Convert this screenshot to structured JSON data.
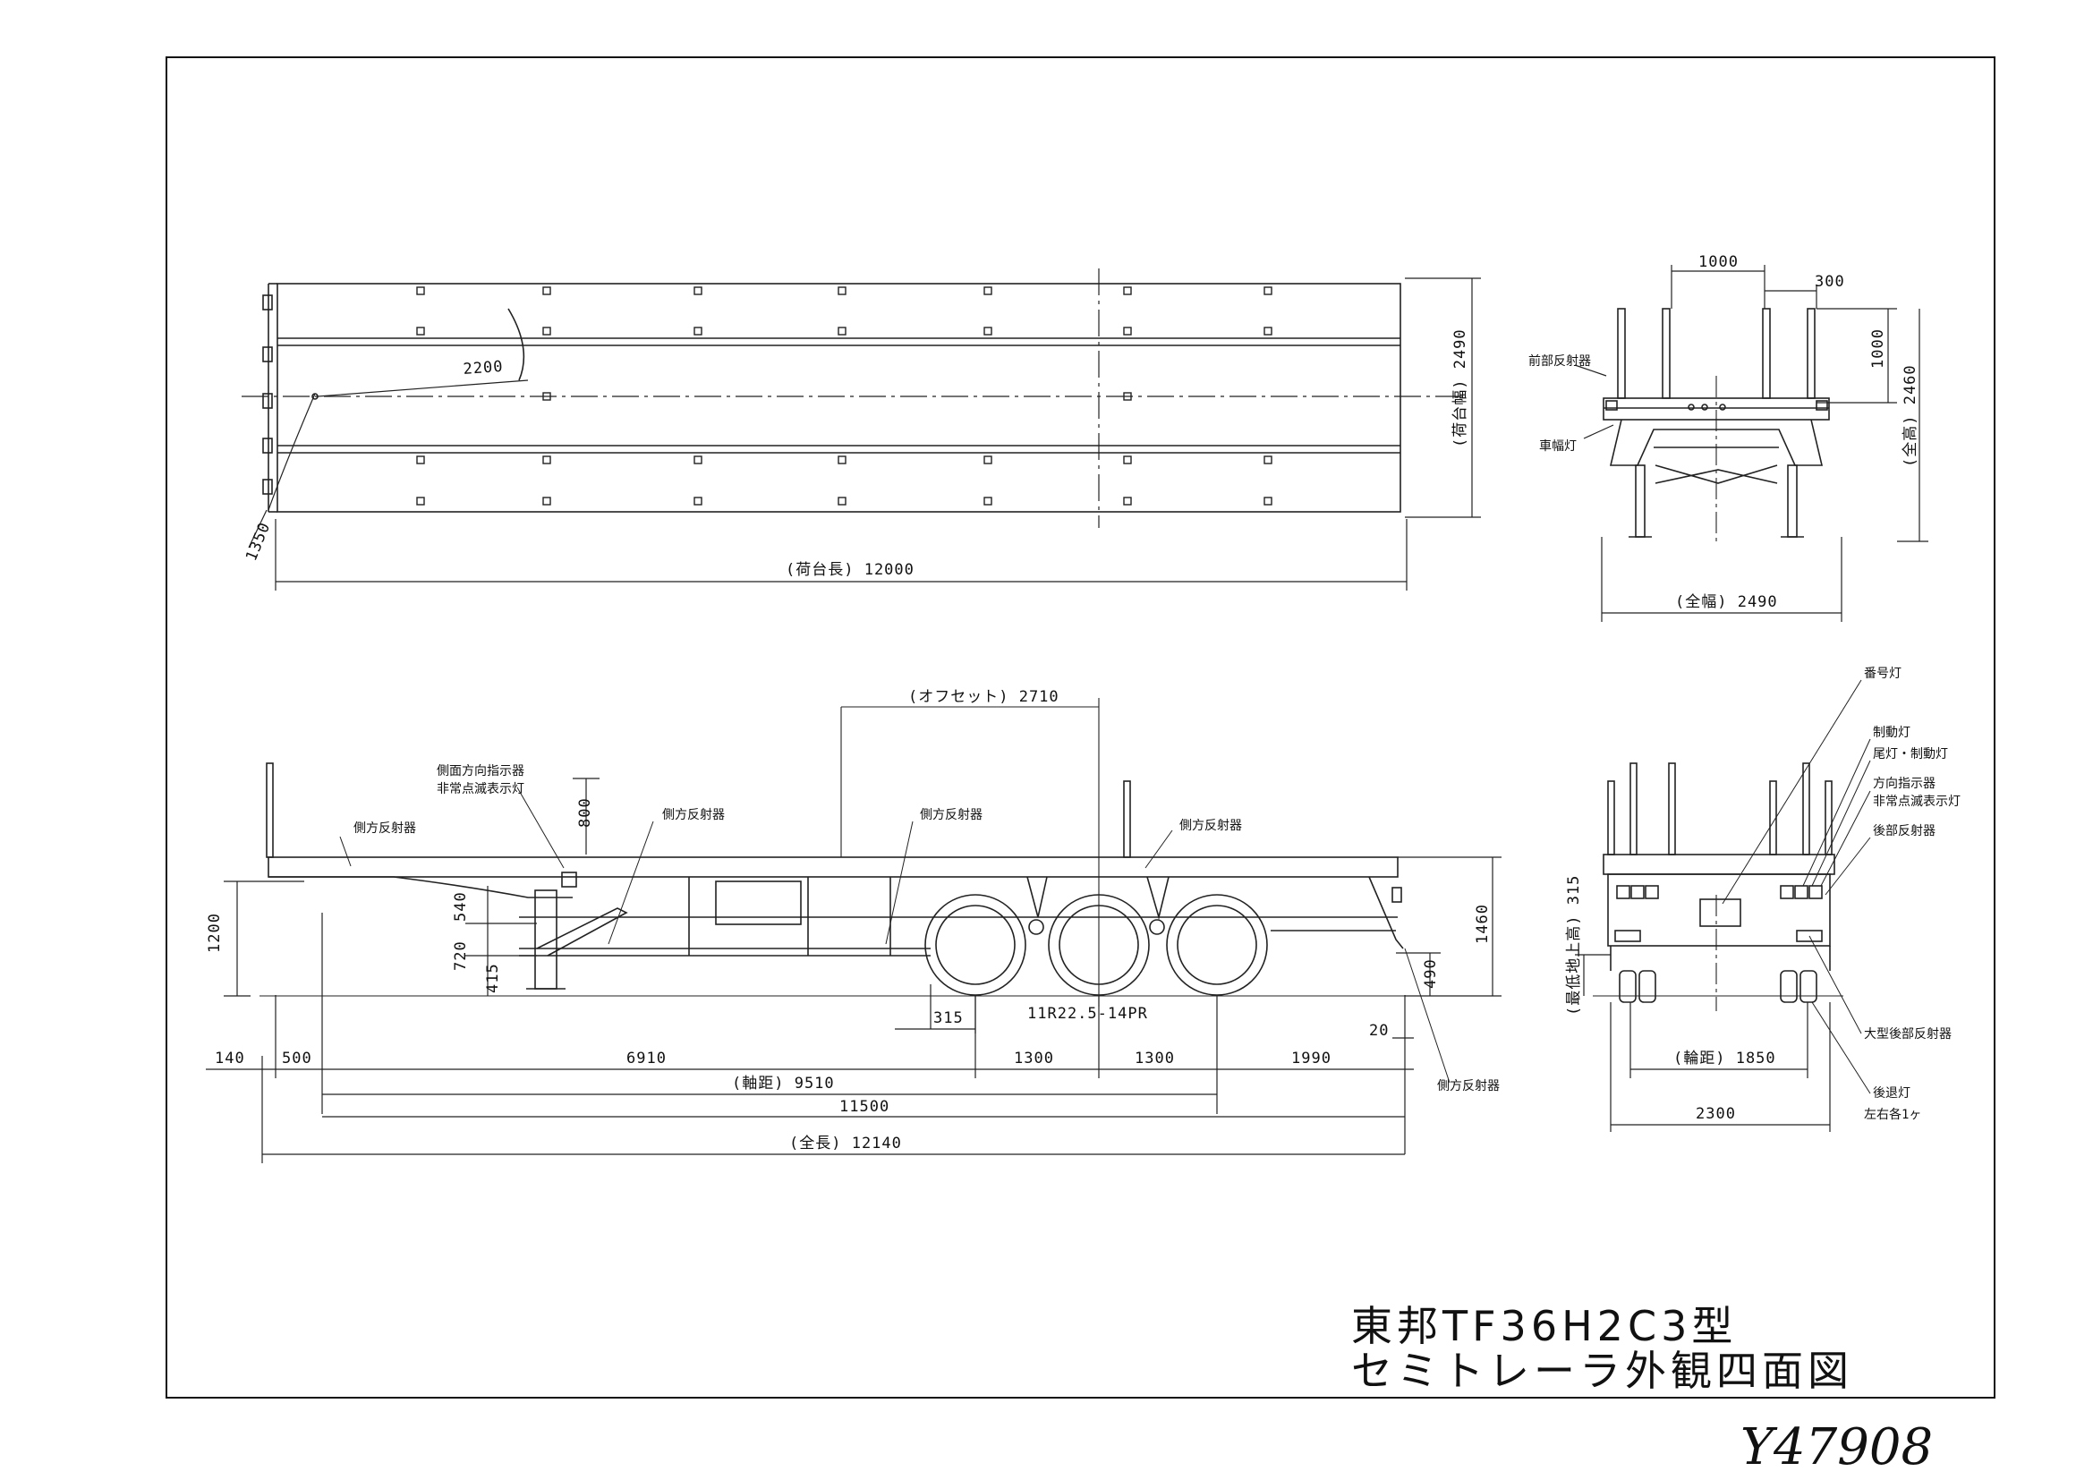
{
  "title": {
    "line1": "東邦TF36H2C3型",
    "line2": "セミトレーラ外観四面図"
  },
  "handwritten_ref": "Y47908",
  "plan_view": {
    "dims": {
      "deck_length": "(荷台長) 12000",
      "deck_width": "(荷台幅) 2490",
      "radius_2200": "2200",
      "radius_1350": "1350"
    }
  },
  "front_view": {
    "dims": {
      "d1000_top": "1000",
      "d300": "300",
      "d1000_side": "1000",
      "height_2460": "(全高) 2460",
      "width_2490": "(全幅) 2490"
    },
    "labels": {
      "front_reflector": "前部反射器",
      "marker_lamp": "車幅灯"
    }
  },
  "side_view": {
    "dims": {
      "offset": "(オフセット) 2710",
      "d800": "800",
      "d1200": "1200",
      "d540": "540",
      "d720": "720",
      "d415": "415",
      "d1460": "1460",
      "d490": "490",
      "d315": "315",
      "tire": "11R22.5-14PR",
      "d20": "20",
      "d140": "140",
      "d500": "500",
      "d6910": "6910",
      "d1300a": "1300",
      "d1300b": "1300",
      "d1990": "1990",
      "wheelbase": "(軸距) 9510",
      "d11500": "11500",
      "overall": "(全長) 12140"
    },
    "labels": {
      "side_turn_line1": "側面方向指示器",
      "side_turn_line2": "非常点滅表示灯",
      "side_reflector_1": "側方反射器",
      "side_reflector_2": "側方反射器",
      "side_reflector_3": "側方反射器",
      "side_reflector_4": "側方反射器",
      "side_reflector_5": "側方反射器"
    }
  },
  "rear_view": {
    "dims": {
      "ground_clearance": "(最低地上高) 315",
      "track": "(輪距) 1850",
      "width_2300": "2300"
    },
    "labels": {
      "plate_lamp": "番号灯",
      "stop_lamp": "制動灯",
      "tail_stop_lamp": "尾灯・制動灯",
      "turn_signal": "方向指示器",
      "hazard": "非常点滅表示灯",
      "rear_reflector": "後部反射器",
      "large_rear_reflector": "大型後部反射器",
      "reverse_lamp": "後退灯",
      "each_side": "左右各1ヶ"
    }
  }
}
